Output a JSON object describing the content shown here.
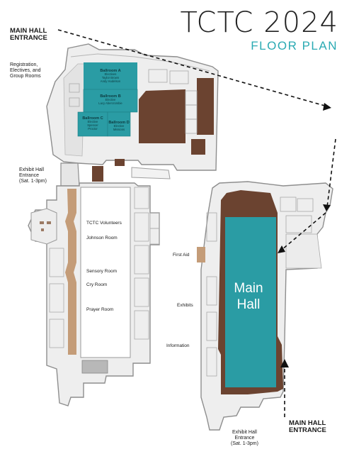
{
  "header": {
    "title": "TCTC 2024",
    "subtitle": "FLOOR PLAN"
  },
  "entrances": {
    "main_hall_top": "MAIN HALL\nENTRANCE",
    "registration": "Registration,\nElectives, and\nGroup Rooms",
    "exhibit_hall_left": "Exhibit Hall\nEntrance\n(Sat. 1-3pm)",
    "main_hall_bottom": "MAIN HALL\nENTRANCE",
    "exhibit_hall_bottom": "Exhibit Hall\nEntrance\n(Sat. 1-3pm)"
  },
  "ballrooms": [
    {
      "name": "Ballroom A",
      "lines": [
        "Electives",
        "Taylor Brown",
        "Andy Hudelson"
      ]
    },
    {
      "name": "Ballroom B",
      "lines": [
        "Elective",
        "Lacy Abercrombie"
      ]
    },
    {
      "name": "Ballroom C",
      "lines": [
        "Elective",
        "Spencer",
        "Proctor"
      ]
    },
    {
      "name": "Ballroom D",
      "lines": [
        "Elective",
        "Missions"
      ]
    }
  ],
  "left_rooms": [
    "TCTC Volunteers",
    "Johnson Room",
    "Sensory Room",
    "Cry Room",
    "Prayer Room"
  ],
  "right_labels": {
    "first_aid": "First Aid",
    "exhibits": "Exhibits",
    "information": "Information",
    "main_hall": "Main\nHall"
  },
  "colors": {
    "teal": "#2a9ca4",
    "brown": "#6b4330",
    "tan": "#c49c78",
    "floor": "#e9e9e9",
    "wall": "#9a9a9a",
    "subtitle_teal": "#2aaab3"
  }
}
